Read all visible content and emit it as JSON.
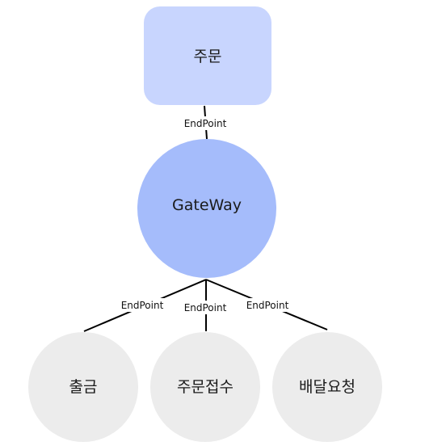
{
  "nodes": {
    "order": {
      "label": "주문",
      "color": "#c8d5fe"
    },
    "gateway": {
      "label": "GateWay",
      "color": "#a5bcfb"
    },
    "release": {
      "label": "출금",
      "color": "#ececec"
    },
    "order_receipt": {
      "label": "주문접수",
      "color": "#ececec"
    },
    "delivery_request": {
      "label": "배달요청",
      "color": "#ececec"
    }
  },
  "edges": {
    "order_gateway": {
      "label": "EndPoint"
    },
    "gateway_release": {
      "label": "EndPoint"
    },
    "gateway_order_receipt": {
      "label": "EndPoint"
    },
    "gateway_delivery_request": {
      "label": "EndPoint"
    }
  }
}
